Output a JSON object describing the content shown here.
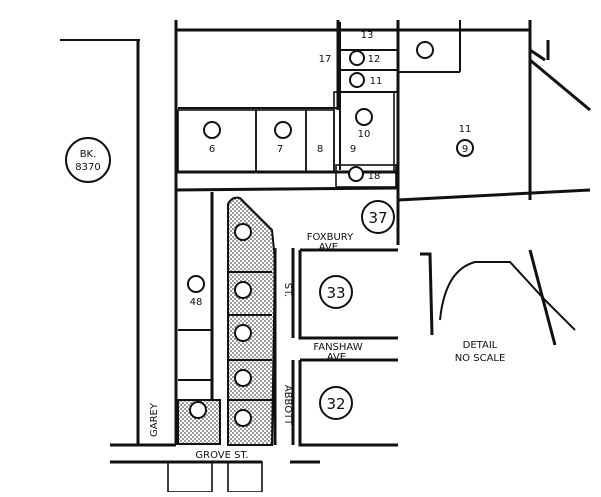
{
  "book_ref": {
    "line1": "BK.",
    "line2": "8370"
  },
  "streets": {
    "garey": "GAREY",
    "grove": "GROVE ST.",
    "abbott": "ABBOTT",
    "foxbury_1": "FOXBURY",
    "foxbury_2": "AVE.",
    "fanshaw_1": "FANSHAW",
    "fanshaw_2": "AVE.",
    "st": "ST."
  },
  "page_numbers": {
    "p37": "37",
    "p33": "33",
    "p32": "32"
  },
  "detail": {
    "line1": "DETAIL",
    "line2": "NO SCALE"
  },
  "parcels": {
    "p13": "13",
    "p12": "12",
    "p11": "11",
    "p10": "10",
    "p17": "17",
    "p9": "9",
    "p8": "8",
    "p7": "7",
    "p6": "6",
    "p18": "18",
    "p48": "48",
    "p11_right": "11",
    "p9_right": "9"
  },
  "colors": {
    "ink": "#111111",
    "paper": "#ffffff",
    "shade": "#555555"
  }
}
